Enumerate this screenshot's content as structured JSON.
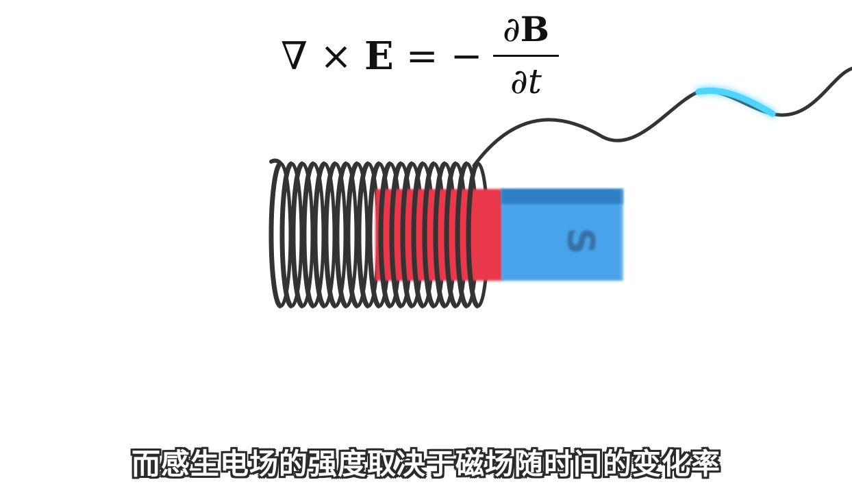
{
  "equation": {
    "nabla": "∇",
    "times": "×",
    "field": "E",
    "equals": "=",
    "minus": "−",
    "numerator_partial": "∂",
    "numerator_field": "B",
    "denominator": "∂t"
  },
  "magnet": {
    "pole_label": "S",
    "north_color": "#e8394a",
    "south_color": "#4aa3ea",
    "south_top_color": "#2f7fc4"
  },
  "coil": {
    "wire_color": "#333333",
    "turns": 19
  },
  "wire": {
    "color": "#333333",
    "pulse_color": "#4fd4ff"
  },
  "subtitle": {
    "text": "而感生电场的强度取决于磁场随时间的变化率"
  }
}
